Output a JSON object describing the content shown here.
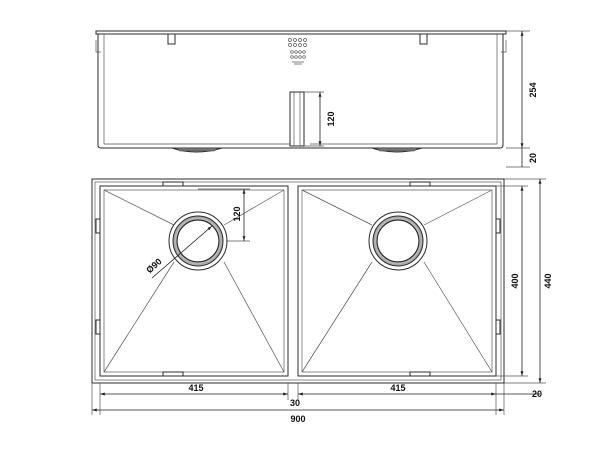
{
  "dimensions": {
    "height_254": "254",
    "gap_20_top": "20",
    "drain_120_side": "120",
    "drain_120_plan": "120",
    "diameter_90": "Ø90",
    "depth_400": "400",
    "depth_440": "440",
    "bowl_415_left": "415",
    "bowl_415_right": "415",
    "divider_30": "30",
    "total_900": "900",
    "margin_20_right": "20"
  },
  "colors": {
    "line": "#2b2b2b",
    "background": "#ffffff"
  }
}
